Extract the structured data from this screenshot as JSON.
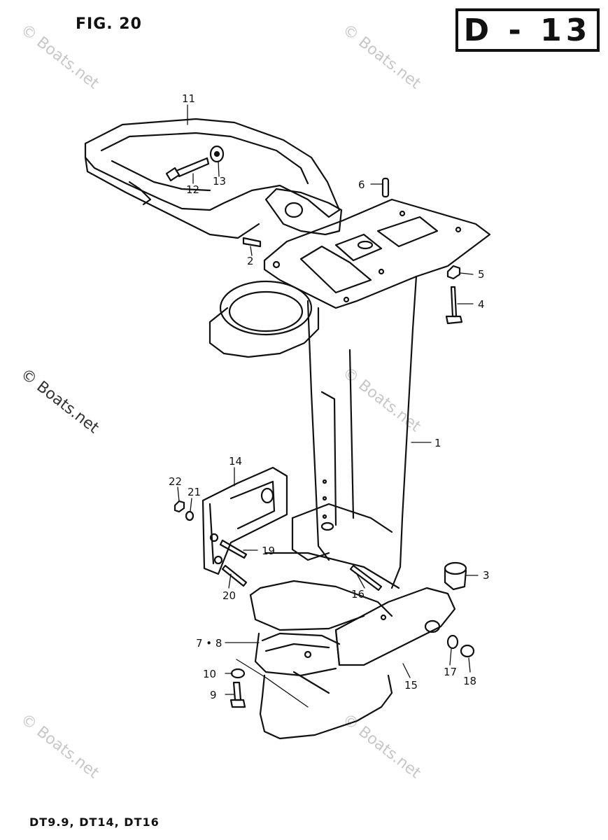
{
  "header": {
    "figure": "FIG. 20",
    "page_code": "D - 13"
  },
  "footer": {
    "models": "DT9.9,  DT14,  DT16"
  },
  "watermark": "© Boats.net",
  "callouts": {
    "c1": "1",
    "c2": "2",
    "c3": "3",
    "c4": "4",
    "c5": "5",
    "c6": "6",
    "c78": "7 • 8",
    "c9": "9",
    "c10": "10",
    "c11": "11",
    "c12": "12",
    "c13": "13",
    "c14": "14",
    "c15": "15",
    "c16": "16",
    "c17": "17",
    "c18": "18",
    "c19": "19",
    "c20": "20",
    "c21": "21",
    "c22": "22"
  }
}
